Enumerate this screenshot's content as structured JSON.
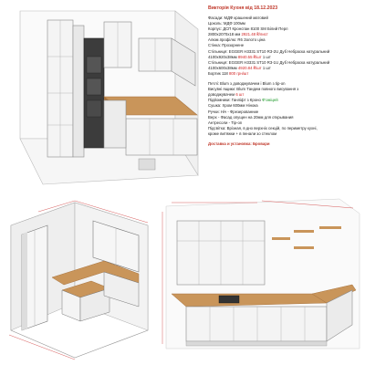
{
  "specs": {
    "title": "Викторія Кухня від 18.12.2023",
    "lines": [
      {
        "parts": [
          {
            "t": "Фасади: МДФ крашений матовий"
          }
        ]
      },
      {
        "parts": [
          {
            "t": "Цоколь: МДФ 100мм"
          }
        ]
      },
      {
        "parts": [
          {
            "t": "Корпус: ДСП Кронспан 8100 SM Білий Перл"
          }
        ]
      },
      {
        "parts": [
          {
            "t": "2800х2070х18 мм "
          },
          {
            "t": "2921.48 ₴/лист",
            "c": "red"
          }
        ]
      },
      {
        "parts": [
          {
            "t": "Алюм.профілю: R6 Золото ціна"
          }
        ]
      },
      {
        "parts": [
          {
            "t": "Стінка: Прозорнене"
          }
        ]
      },
      {
        "parts": [
          {
            "t": "Стільниця: EGGER H3331 ST10 R3-2U Дуб Небраска натуральний"
          }
        ]
      },
      {
        "parts": [
          {
            "t": "4100х920х38мм "
          },
          {
            "t": "8940.55 ₴/шт",
            "c": "red"
          },
          {
            "t": " 1 шт"
          }
        ]
      },
      {
        "parts": [
          {
            "t": "Стільниця: EGGER H3331 ST10 R3-1U Дуб Небраска натуральний"
          }
        ]
      },
      {
        "parts": [
          {
            "t": "4100х600х38мм "
          },
          {
            "t": "4920.84 ₴/шт",
            "c": "red"
          },
          {
            "t": " 1 шт"
          }
        ]
      },
      {
        "parts": [
          {
            "t": "Бортик 118 "
          },
          {
            "t": "800 грн/шт",
            "c": "red"
          }
        ]
      },
      {
        "gap": true
      },
      {
        "parts": [
          {
            "t": "Петлі: Blum з доводжувачем і Blum з tip-on"
          }
        ]
      },
      {
        "parts": [
          {
            "t": "Висувні ящики: Blum Тандем повного висування з"
          }
        ]
      },
      {
        "parts": [
          {
            "t": "доводжувачем "
          },
          {
            "t": "6 шт",
            "c": "red"
          }
        ]
      },
      {
        "parts": [
          {
            "t": "Підйомники: Ганліфт з Кроно "
          },
          {
            "t": "Ф'оміцей",
            "c": "green"
          }
        ]
      },
      {
        "parts": [
          {
            "t": "Сушка: Хром 600мм Нінока"
          }
        ]
      },
      {
        "parts": [
          {
            "t": "Ручки: Ніч - Фрезерованние"
          }
        ]
      },
      {
        "parts": [
          {
            "t": "           Верх - Фасад опущен на 20мм для открывания"
          }
        ]
      },
      {
        "parts": [
          {
            "t": "           Антресоли - Tip-on"
          }
        ]
      },
      {
        "parts": [
          {
            "t": "Підсвітка: Врізная, в дно верхніх секцій, по периметру кухні,"
          }
        ]
      },
      {
        "parts": [
          {
            "t": "кроме витяжки + в пенали зо стеклом"
          }
        ]
      },
      {
        "gap": true
      },
      {
        "parts": [
          {
            "t": "Доставка и установка: Бровари",
            "c": "link"
          }
        ]
      }
    ]
  },
  "colors": {
    "cabinet": "#f1f1f1",
    "cabinet_line": "#8a8a8a",
    "wood": "#c9955a",
    "wood_dark": "#a87440",
    "dark_tall": "#3c3c3c",
    "wall": "#e6e6e6",
    "dim": "#d65a5a"
  }
}
